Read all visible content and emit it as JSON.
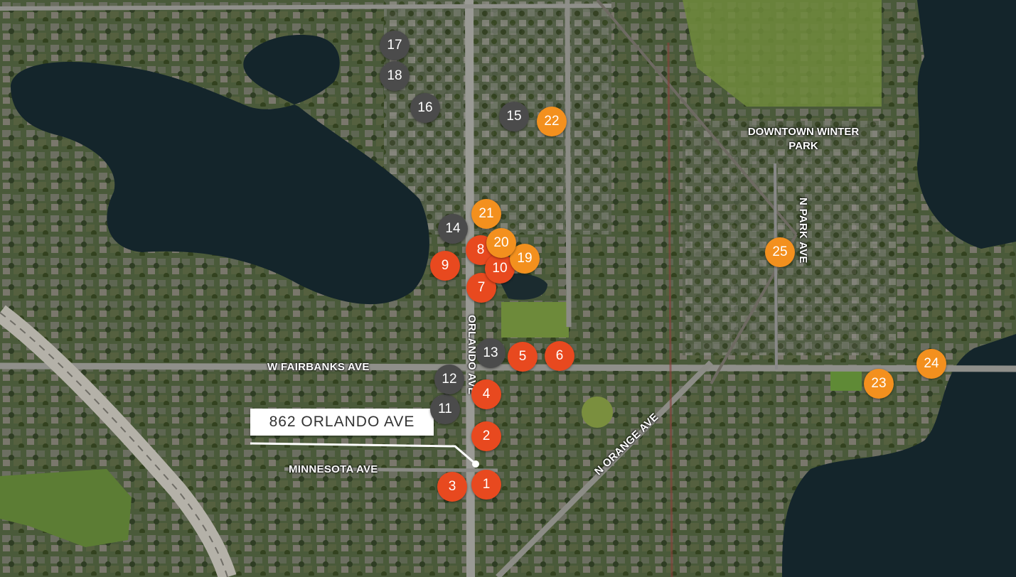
{
  "address_callout": "862 ORLANDO AVE",
  "area_label": {
    "line1": "DOWNTOWN WINTER",
    "line2": "PARK"
  },
  "roads": {
    "orlando": "ORLANDO AVE",
    "fairbanks": "W FAIRBANKS AVE",
    "minnesota": "MINNESOTA AVE",
    "orange": "N ORANGE AVE",
    "park": "N PARK AVE"
  },
  "colors": {
    "red": "#e8491f",
    "orange": "#f3901e",
    "gray": "#4b4b4b"
  },
  "markers": [
    {
      "label": "1",
      "category": "red"
    },
    {
      "label": "2",
      "category": "red"
    },
    {
      "label": "3",
      "category": "red"
    },
    {
      "label": "4",
      "category": "red"
    },
    {
      "label": "5",
      "category": "red"
    },
    {
      "label": "6",
      "category": "red"
    },
    {
      "label": "7",
      "category": "red"
    },
    {
      "label": "8",
      "category": "red"
    },
    {
      "label": "9",
      "category": "red"
    },
    {
      "label": "10",
      "category": "red"
    },
    {
      "label": "11",
      "category": "gray"
    },
    {
      "label": "12",
      "category": "gray"
    },
    {
      "label": "13",
      "category": "gray"
    },
    {
      "label": "14",
      "category": "gray"
    },
    {
      "label": "15",
      "category": "gray"
    },
    {
      "label": "16",
      "category": "gray"
    },
    {
      "label": "17",
      "category": "gray"
    },
    {
      "label": "18",
      "category": "gray"
    },
    {
      "label": "19",
      "category": "orange"
    },
    {
      "label": "20",
      "category": "orange"
    },
    {
      "label": "21",
      "category": "orange"
    },
    {
      "label": "22",
      "category": "orange"
    },
    {
      "label": "23",
      "category": "orange"
    },
    {
      "label": "24",
      "category": "orange"
    },
    {
      "label": "25",
      "category": "orange"
    }
  ]
}
